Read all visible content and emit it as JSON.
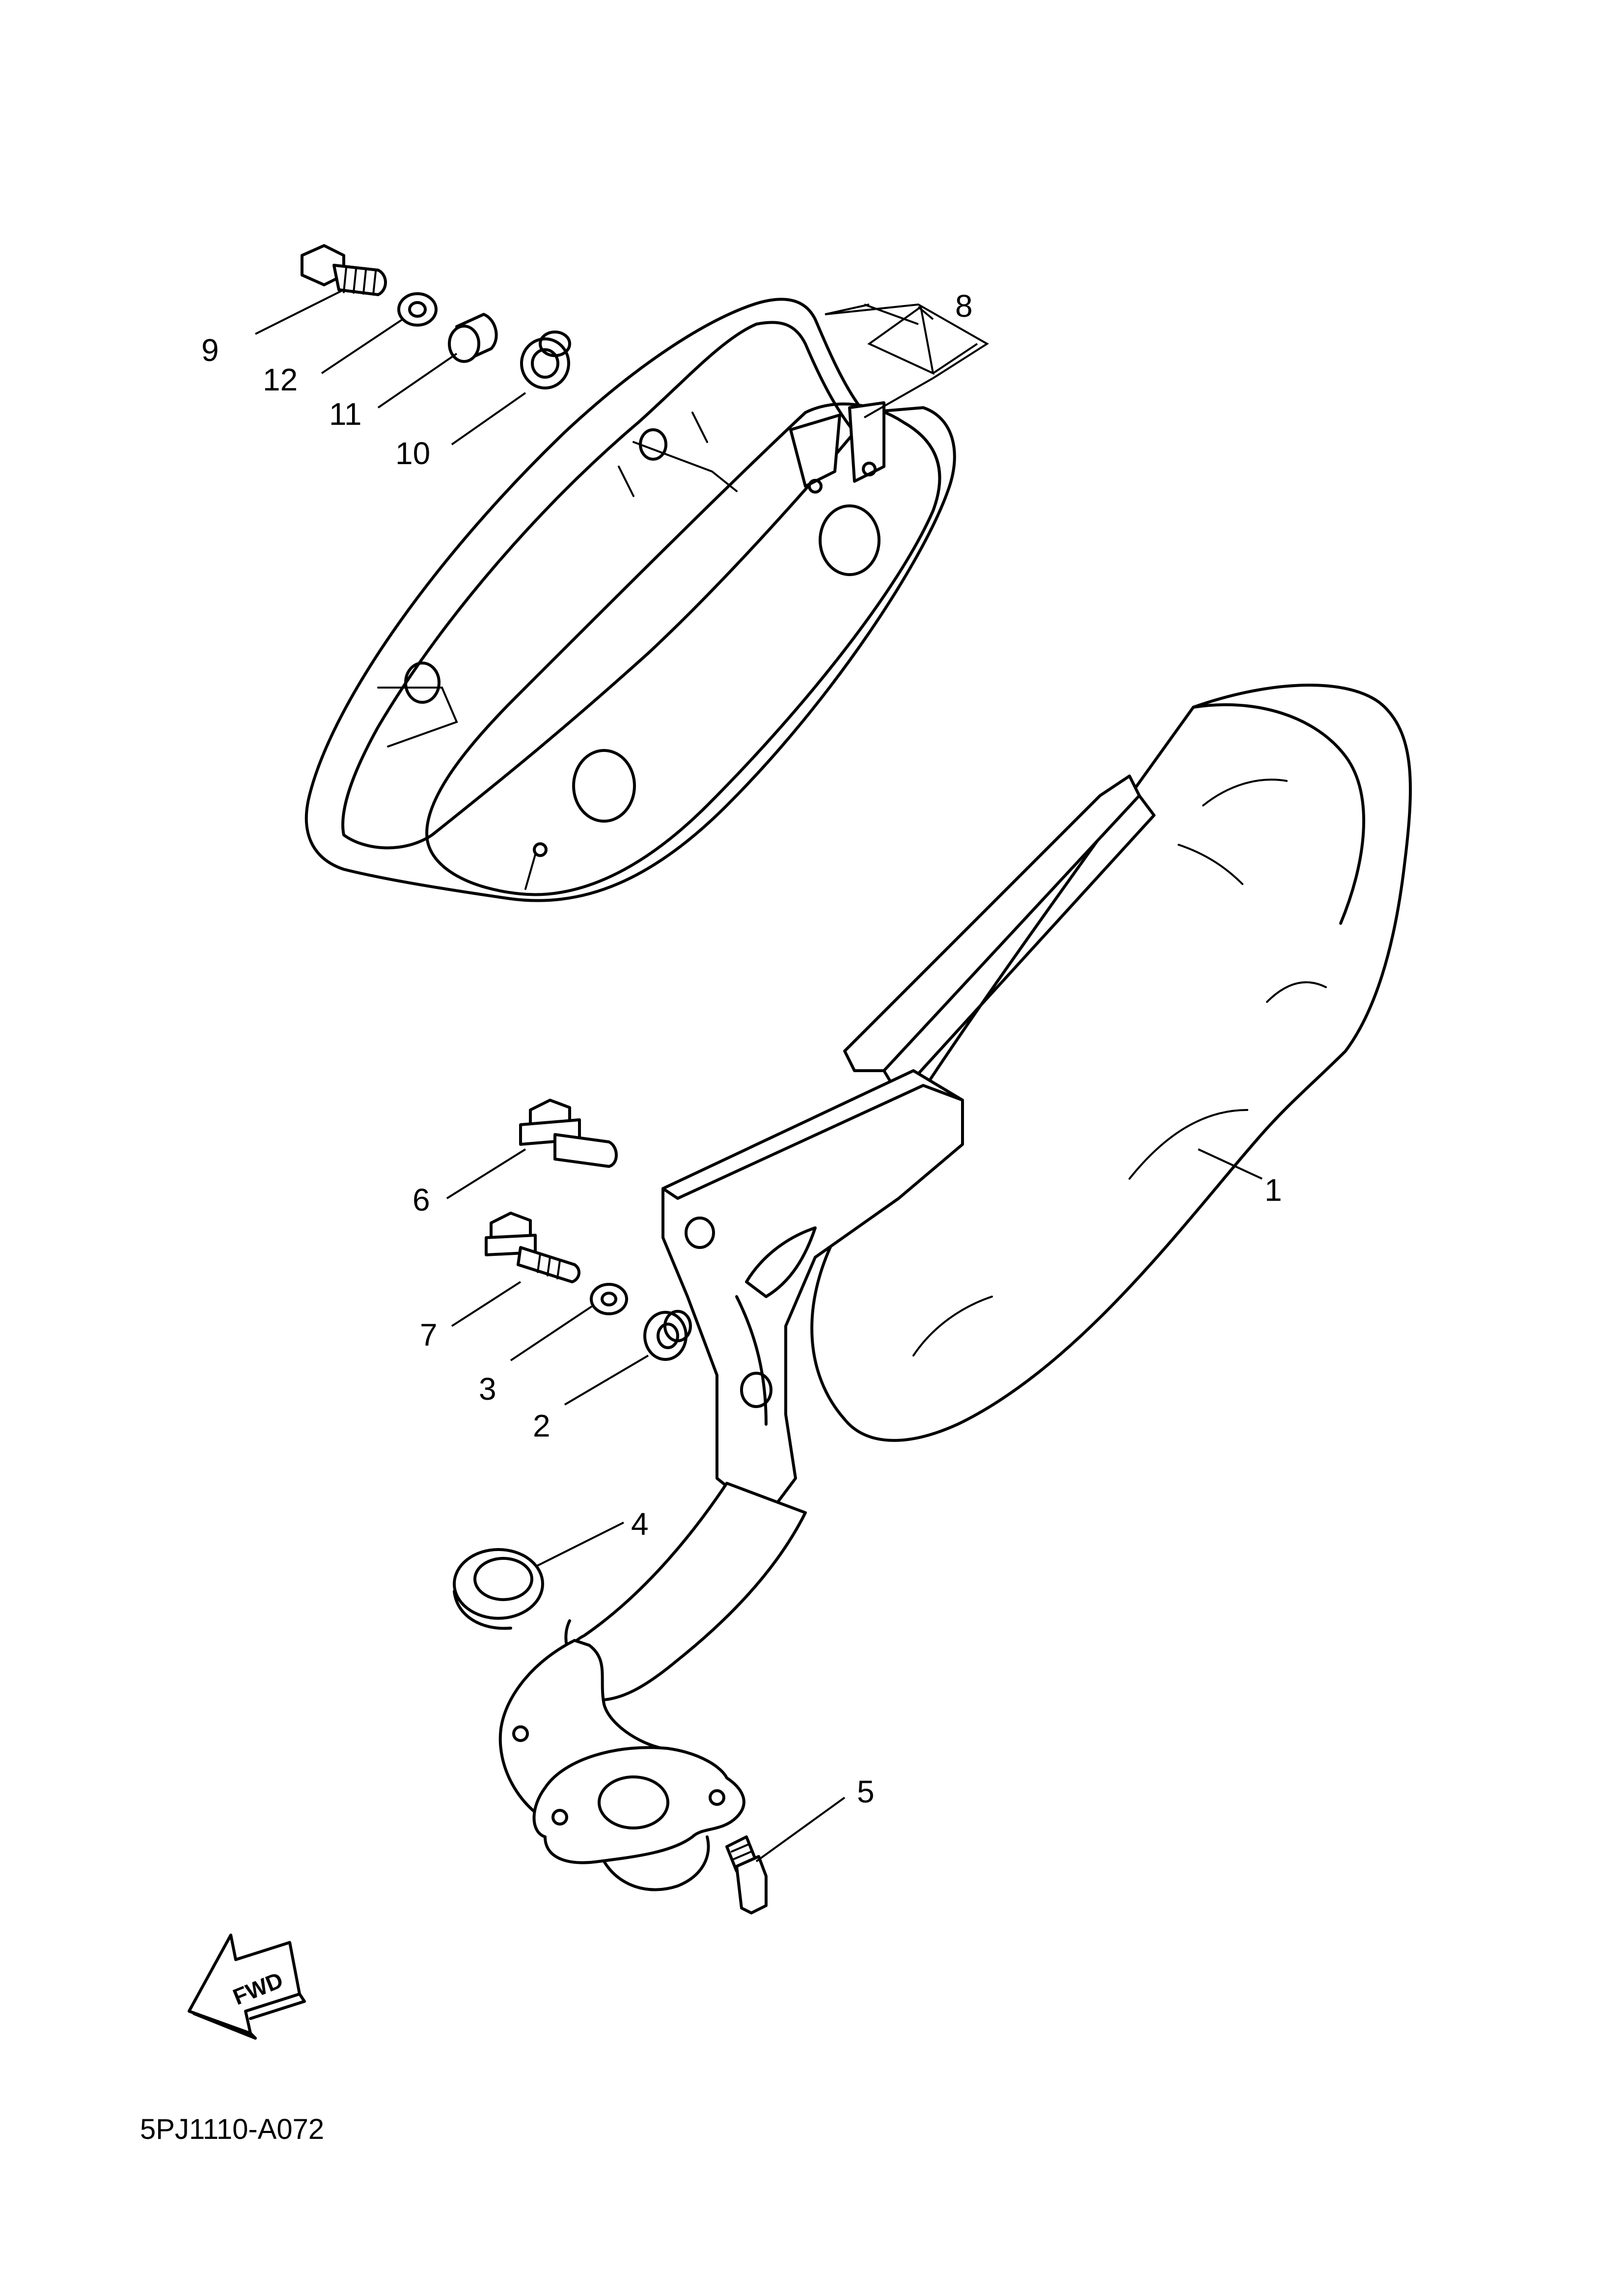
{
  "diagram": {
    "callouts": [
      {
        "id": "1",
        "label": "1"
      },
      {
        "id": "2",
        "label": "2"
      },
      {
        "id": "3",
        "label": "3"
      },
      {
        "id": "4",
        "label": "4"
      },
      {
        "id": "5",
        "label": "5"
      },
      {
        "id": "6",
        "label": "6"
      },
      {
        "id": "7",
        "label": "7"
      },
      {
        "id": "8",
        "label": "8"
      },
      {
        "id": "9",
        "label": "9"
      },
      {
        "id": "10",
        "label": "10"
      },
      {
        "id": "11",
        "label": "11"
      },
      {
        "id": "12",
        "label": "12"
      }
    ],
    "direction_label": "FWD",
    "diagram_code": "5PJ1110-A072"
  }
}
